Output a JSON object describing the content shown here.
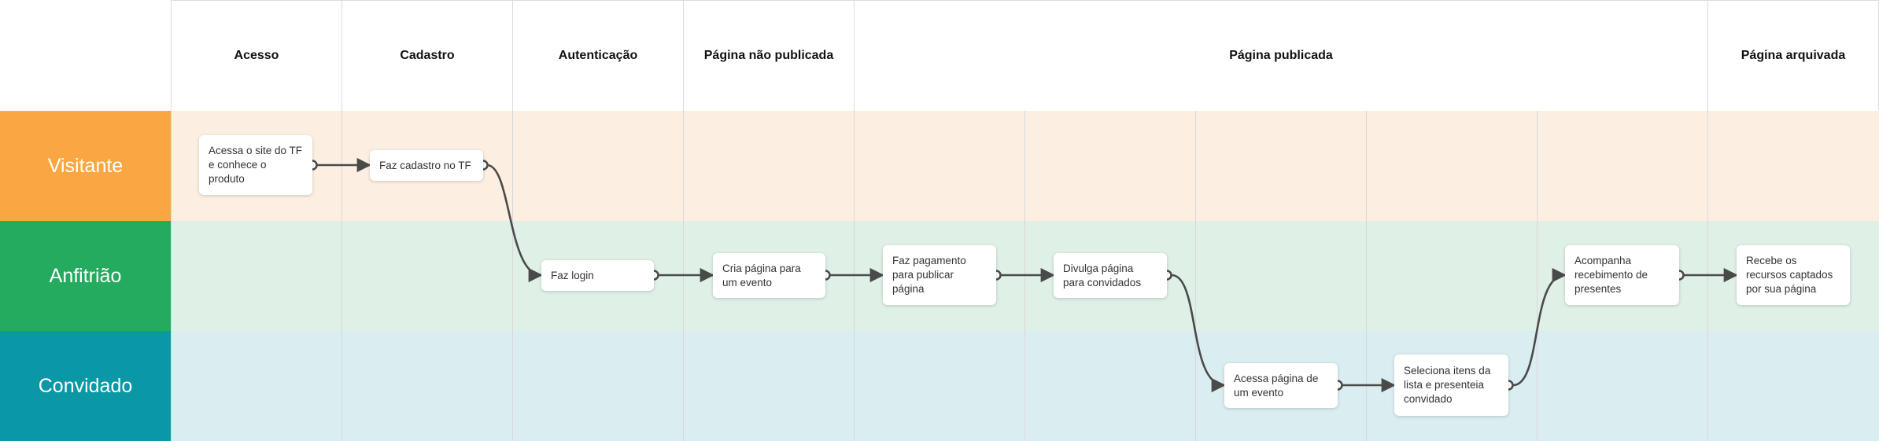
{
  "columns": {
    "acesso": "Acesso",
    "cadastro": "Cadastro",
    "autenticacao": "Autenticação",
    "pagina_nao_publicada": "Página não publicada",
    "pagina_publicada": "Página publicada",
    "pagina_arquivada": "Página arquivada"
  },
  "lanes": {
    "visitante": "Visitante",
    "anfitriao": "Anfitrião",
    "convidado": "Convidado"
  },
  "colors": {
    "visitante_label": "#f9a743",
    "visitante_bg": "#fcefe1",
    "anfitriao_label": "#25ab5f",
    "anfitriao_bg": "#dff0e6",
    "convidado_label": "#0a97a6",
    "convidado_bg": "#daedf1",
    "connector": "#4a4a4a"
  },
  "steps": {
    "acessa_site": "Acessa o site do TF e conhece o produto",
    "faz_cadastro": "Faz cadastro no TF",
    "faz_login": "Faz login",
    "cria_pagina": "Cria página para um evento",
    "faz_pagamento": "Faz pagamento para publicar página",
    "divulga_pagina": "Divulga página para convidados",
    "acessa_pagina": "Acessa página de um evento",
    "seleciona_itens": "Seleciona itens da lista e presenteia convidado",
    "acompanha": "Acompanha recebimento de presentes",
    "recebe": "Recebe os recursos captados por sua página"
  }
}
